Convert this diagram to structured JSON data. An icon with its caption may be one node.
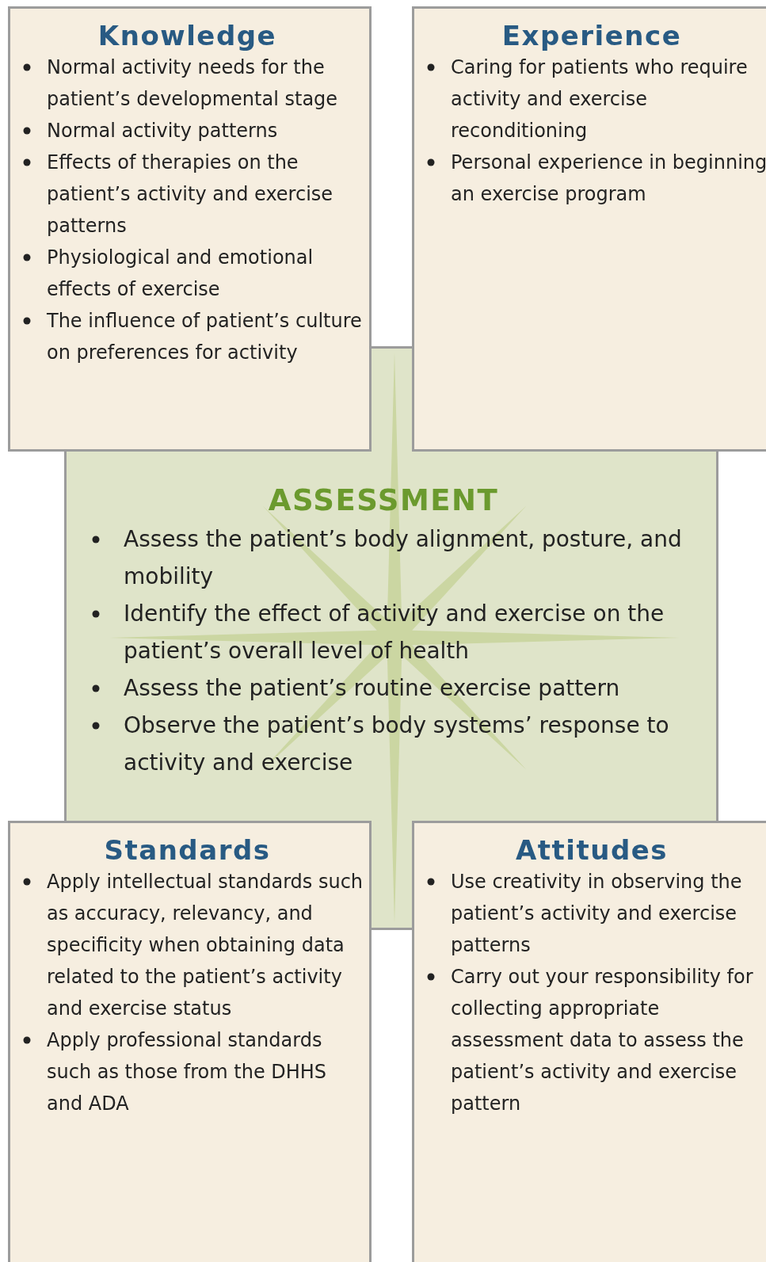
{
  "diagram": {
    "nodes": [
      {
        "text": [
          "ASSESSMENT",
          "Assess the patient’s body alignment, posture, and mobility",
          "Identify the effect of activity and exercise on the patient’s overall level of health",
          "Assess the patient’s routine exercise pattern",
          "Observe the patient’s body systems’ response to activity and exercise"
        ]
      },
      {
        "text": [
          "Knowledge",
          "Normal activity needs for the patient’s developmental stage",
          "Normal activity patterns",
          "Effects of therapies on the patient’s activity and exercise patterns",
          "Physiological and emotional effects of exercise",
          "The influence of patient’s culture on preferences for activity"
        ]
      },
      {
        "text": [
          "Experience",
          "Caring for patients who require activity and exercise reconditioning",
          "Personal experience in beginning an exercise program"
        ]
      },
      {
        "text": [
          "Standards",
          "Apply intellectual standards such as accuracy, relevancy, and specificity when obtaining data related to the patient’s activity and exercise status",
          "Apply professional standards such as those from the DHHS and ADA"
        ]
      },
      {
        "text": [
          "Attitudes",
          "Use creativity in observing the patient’s activity and exercise patterns",
          "Carry out your responsibility for collecting appropriate assessment data to assess the patient’s activity and exercise pattern"
        ]
      }
    ],
    "edges": []
  }
}
